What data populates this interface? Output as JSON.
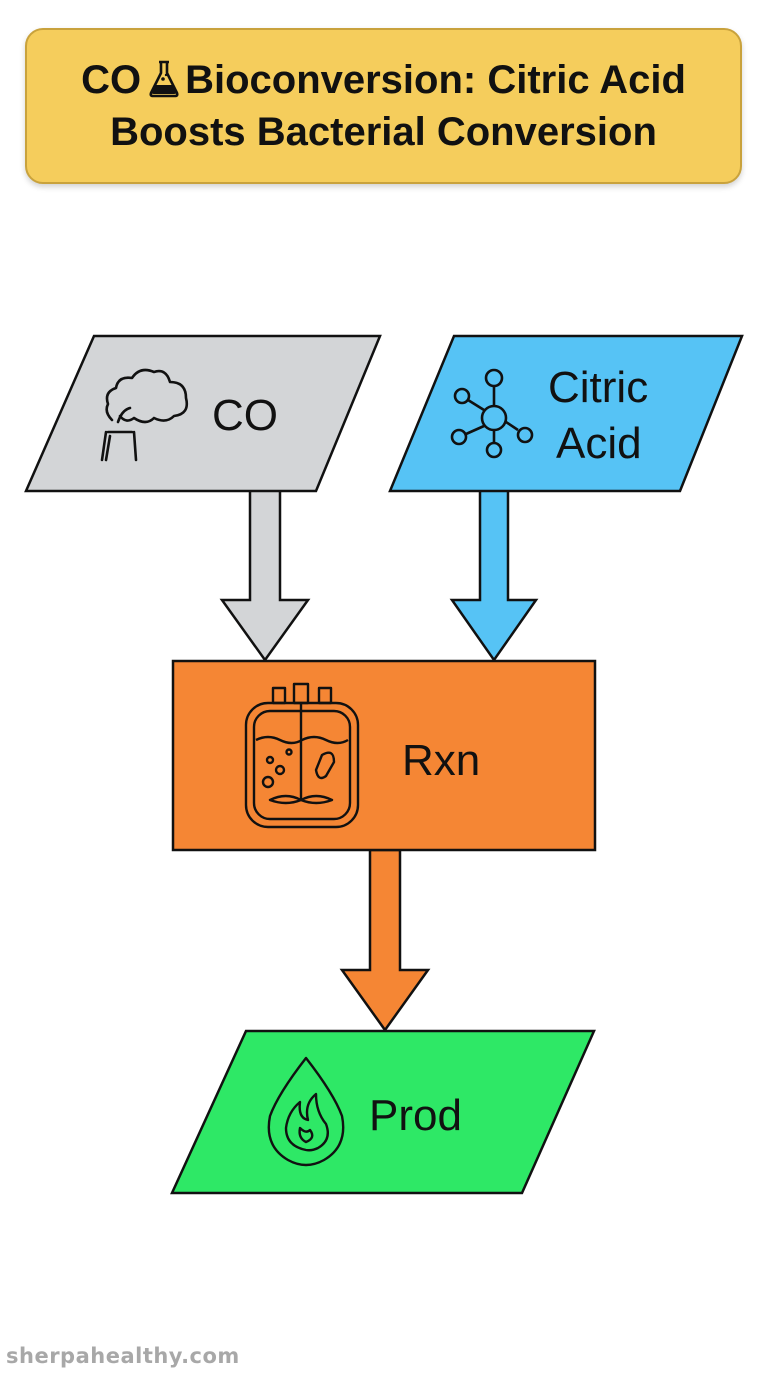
{
  "title": {
    "line1_prefix": "CO",
    "line1_suffix": "Bioconversion: Citric Acid",
    "line2": "Boosts Bacterial Conversion",
    "icon": "flask-icon"
  },
  "nodes": {
    "co": {
      "label": "CO",
      "icon": "factory-smoke-icon",
      "color": "#d3d5d7"
    },
    "citric": {
      "label_line1": "Citric",
      "label_line2": "Acid",
      "icon": "molecule-icon",
      "color": "#56c3f5"
    },
    "rxn": {
      "label": "Rxn",
      "icon": "bioreactor-icon",
      "color": "#f58634"
    },
    "prod": {
      "label": "Prod",
      "icon": "fuel-flame-icon",
      "color": "#2ee866"
    }
  },
  "edges": [
    {
      "from": "CO",
      "to": "Rxn",
      "color": "#d3d5d7"
    },
    {
      "from": "Citric Acid",
      "to": "Rxn",
      "color": "#56c3f5"
    },
    {
      "from": "Rxn",
      "to": "Prod",
      "color": "#f58634"
    }
  ],
  "footer": {
    "watermark": "sherpahealthy.com"
  }
}
